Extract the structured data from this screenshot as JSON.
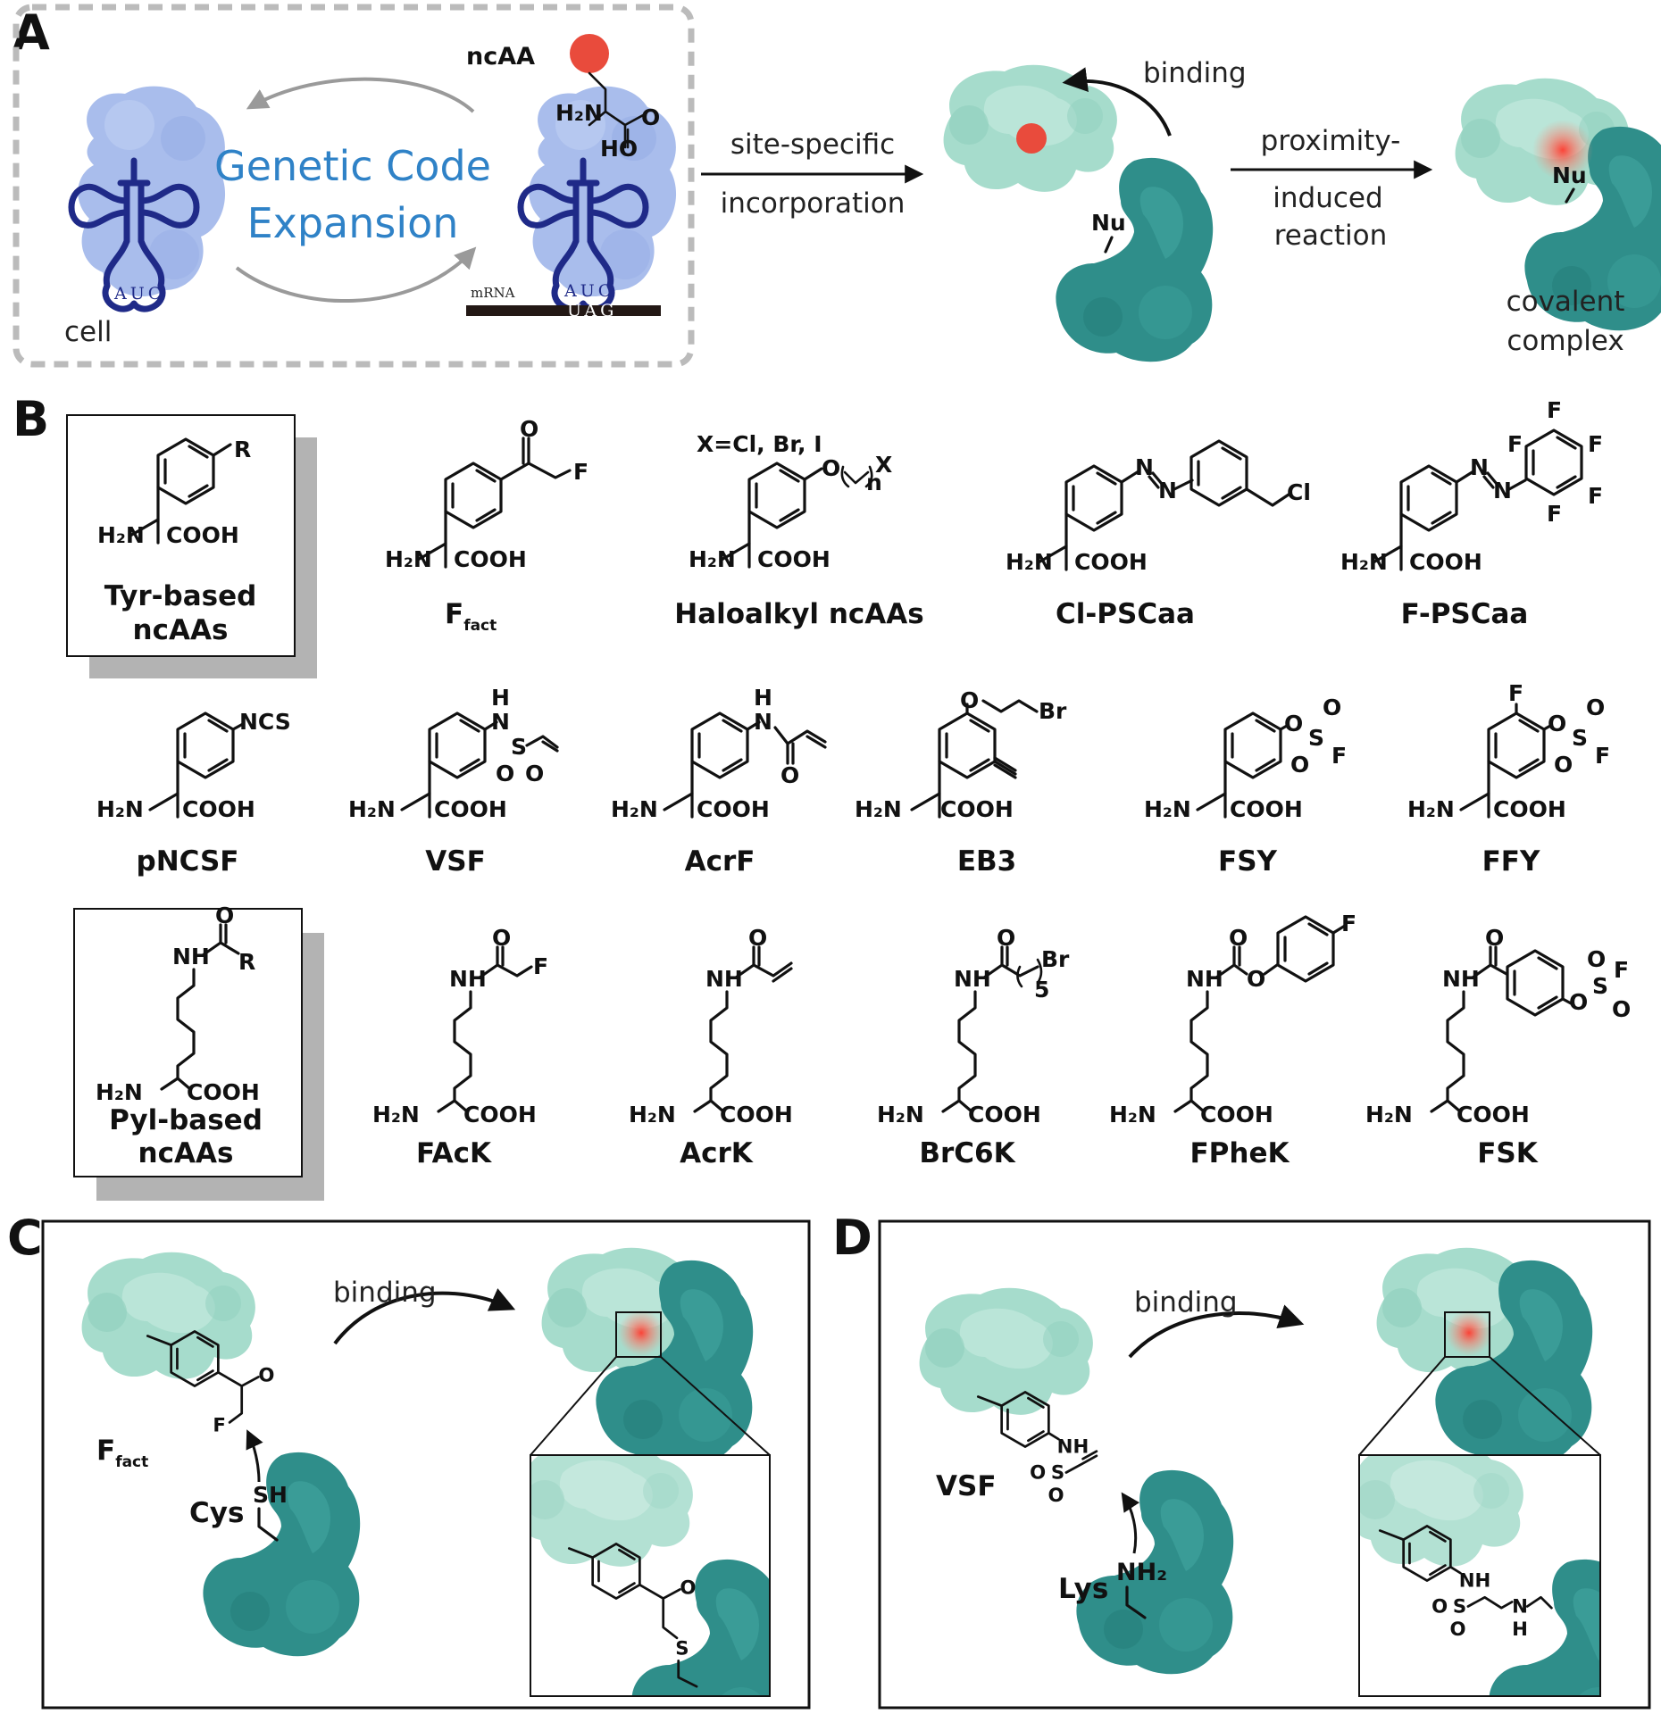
{
  "panels": {
    "a": "A",
    "b": "B",
    "c": "C",
    "d": "D"
  },
  "panel_a": {
    "ncaa_label": "ncAA",
    "gce_line1": "Genetic Code",
    "gce_line2": "Expansion",
    "cell_label": "cell",
    "anticodon_1": "AUC",
    "anticodon_2": "AUC",
    "mrna_label": "mRNA",
    "codon_label": "UAG",
    "step1_line1": "site-specific",
    "step1_line2": "incorporation",
    "binding_label": "binding",
    "nu_label_1": "Nu",
    "step2_line1": "proximity-",
    "step2_line2": "induced",
    "step2_line3": "reaction",
    "nu_label_2": "Nu",
    "result_line1": "covalent",
    "result_line2": "complex"
  },
  "panel_b": {
    "tyr_box": {
      "line1": "Tyr-based",
      "line2": "ncAAs",
      "substituent": "R"
    },
    "pyl_box": {
      "line1": "Pyl-based",
      "line2": "ncAAs",
      "substituent": "R"
    },
    "haloalkyl_note": "X=Cl, Br, I",
    "row1": [
      {
        "name": "F",
        "name_sub": "fact"
      },
      {
        "name": "Haloalkyl ncAAs"
      },
      {
        "name": "Cl-PSCaa"
      },
      {
        "name": "F-PSCaa"
      }
    ],
    "row2": [
      {
        "name": "pNCSF"
      },
      {
        "name": "VSF"
      },
      {
        "name": "AcrF"
      },
      {
        "name": "EB3"
      },
      {
        "name": "FSY"
      },
      {
        "name": "FFY"
      }
    ],
    "row3": [
      {
        "name": "FAcK"
      },
      {
        "name": "AcrK"
      },
      {
        "name": "BrC6K"
      },
      {
        "name": "FPheK"
      },
      {
        "name": "FSK"
      }
    ]
  },
  "panel_c": {
    "ncaa_name": "F",
    "ncaa_name_sub": "fact",
    "residue": "Cys",
    "binding_label": "binding"
  },
  "panel_d": {
    "ncaa_name": "VSF",
    "residue": "Lys",
    "binding_label": "binding"
  },
  "colors": {
    "ribosome": "#a9bdec",
    "trna": "#1f2a88",
    "ncaa_dot": "#e94b3c",
    "protein_light": "#9fd6c6",
    "protein_dark": "#2f8e8a",
    "gce_text": "#2f82c7",
    "frame": "#bbbbbb"
  }
}
